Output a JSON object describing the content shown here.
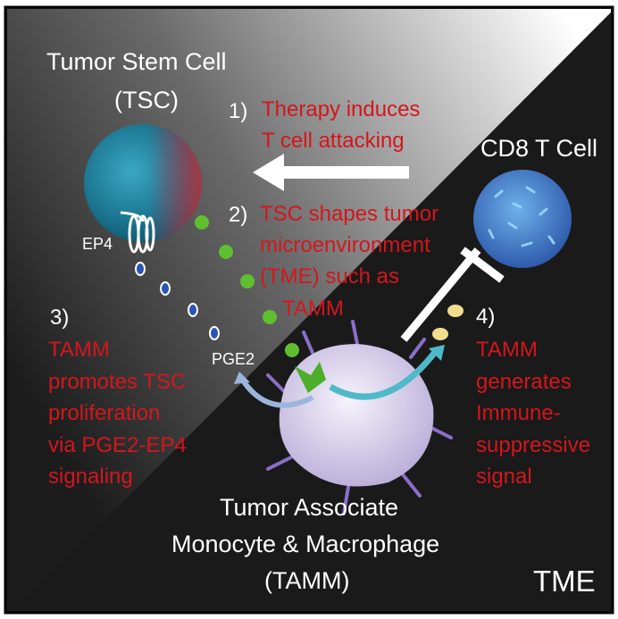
{
  "title": {
    "line1": "Tumor Stem Cell",
    "line2": "(TSC)"
  },
  "cd8_label": "CD8 T Cell",
  "ep4_label": "EP4",
  "pge2_label": "PGE2",
  "step1": {
    "num": "1)",
    "lines": [
      "Therapy induces",
      "T cell  attacking"
    ]
  },
  "step2": {
    "num": "2)",
    "lines": [
      "TSC shapes tumor",
      "microenvironment",
      "(TME) such as",
      "TAMM"
    ]
  },
  "step3": {
    "num": "3)",
    "lines": [
      "TAMM",
      "promotes TSC",
      "proliferation",
      "via PGE2-EP4",
      "signaling"
    ]
  },
  "step4": {
    "num": "4)",
    "lines": [
      "TAMM",
      "generates",
      "Immune-",
      "suppressive",
      "signal"
    ]
  },
  "tamm_label": {
    "line1": "Tumor Associate",
    "line2": "Monocyte & Macrophage",
    "line3": "(TAMM)"
  },
  "corner_label": "TME",
  "colors": {
    "red_text": "#d4161c",
    "green_dot": "#5fbf2e",
    "blue_dot": "#2a55b5",
    "yellow_dot": "#f2dc8e",
    "tsc_cell": "#1e7f9c",
    "cd8_cell": "#3b74c8",
    "tamm_cell": "#e6e0f2"
  }
}
